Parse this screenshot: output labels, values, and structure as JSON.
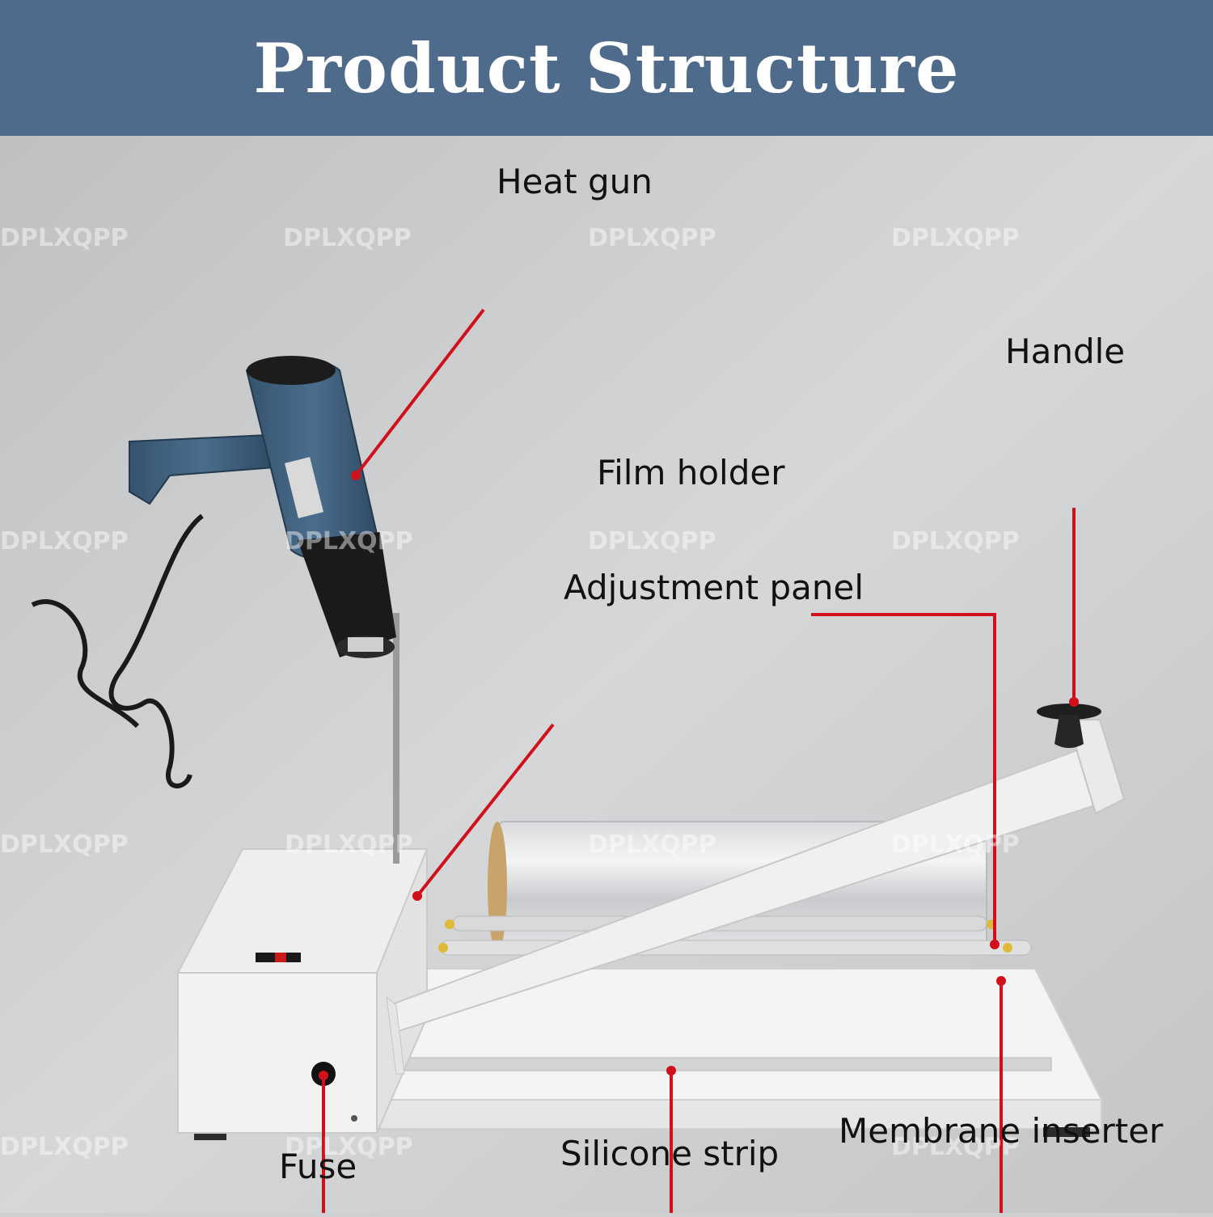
{
  "title": "Product Structure",
  "colors": {
    "banner": "#4f6b8c",
    "background": "#cfd0d2",
    "leader_line": "#d0111b",
    "machine_body": "#f1f1f1",
    "heat_gun_body": "#3f5f7c"
  },
  "labels": {
    "heat_gun": "Heat gun",
    "handle": "Handle",
    "film_holder": "Film holder",
    "adjustment_panel": "Adjustment panel",
    "fuse": "Fuse",
    "silicone_strip": "Silicone strip",
    "membrane_inserter": "Membrane inserter"
  },
  "watermark": "DPLXQPP"
}
